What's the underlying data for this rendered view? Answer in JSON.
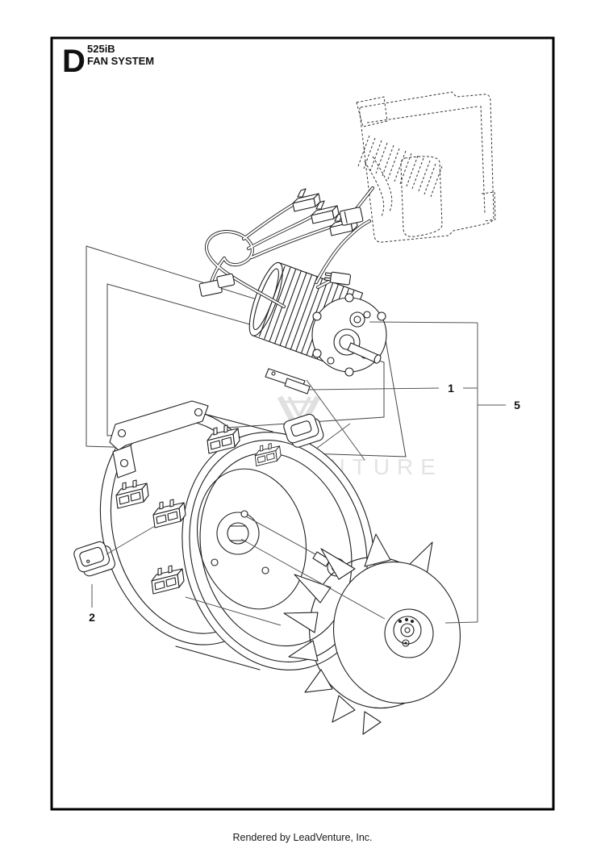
{
  "header": {
    "diagram_letter": "D",
    "model": "525iB",
    "section_title": "FAN SYSTEM"
  },
  "callouts": {
    "motor_assembly": "1",
    "grommet": "2",
    "fan_system": "5"
  },
  "watermark": {
    "text": "LEADVENTURE"
  },
  "footer": {
    "text": "Rendered by LeadVenture, Inc."
  },
  "colors": {
    "art_line": "#1f1f1f",
    "leader_line": "#555555",
    "watermark": "#e3e3e3",
    "border": "#000000",
    "background": "#ffffff"
  }
}
